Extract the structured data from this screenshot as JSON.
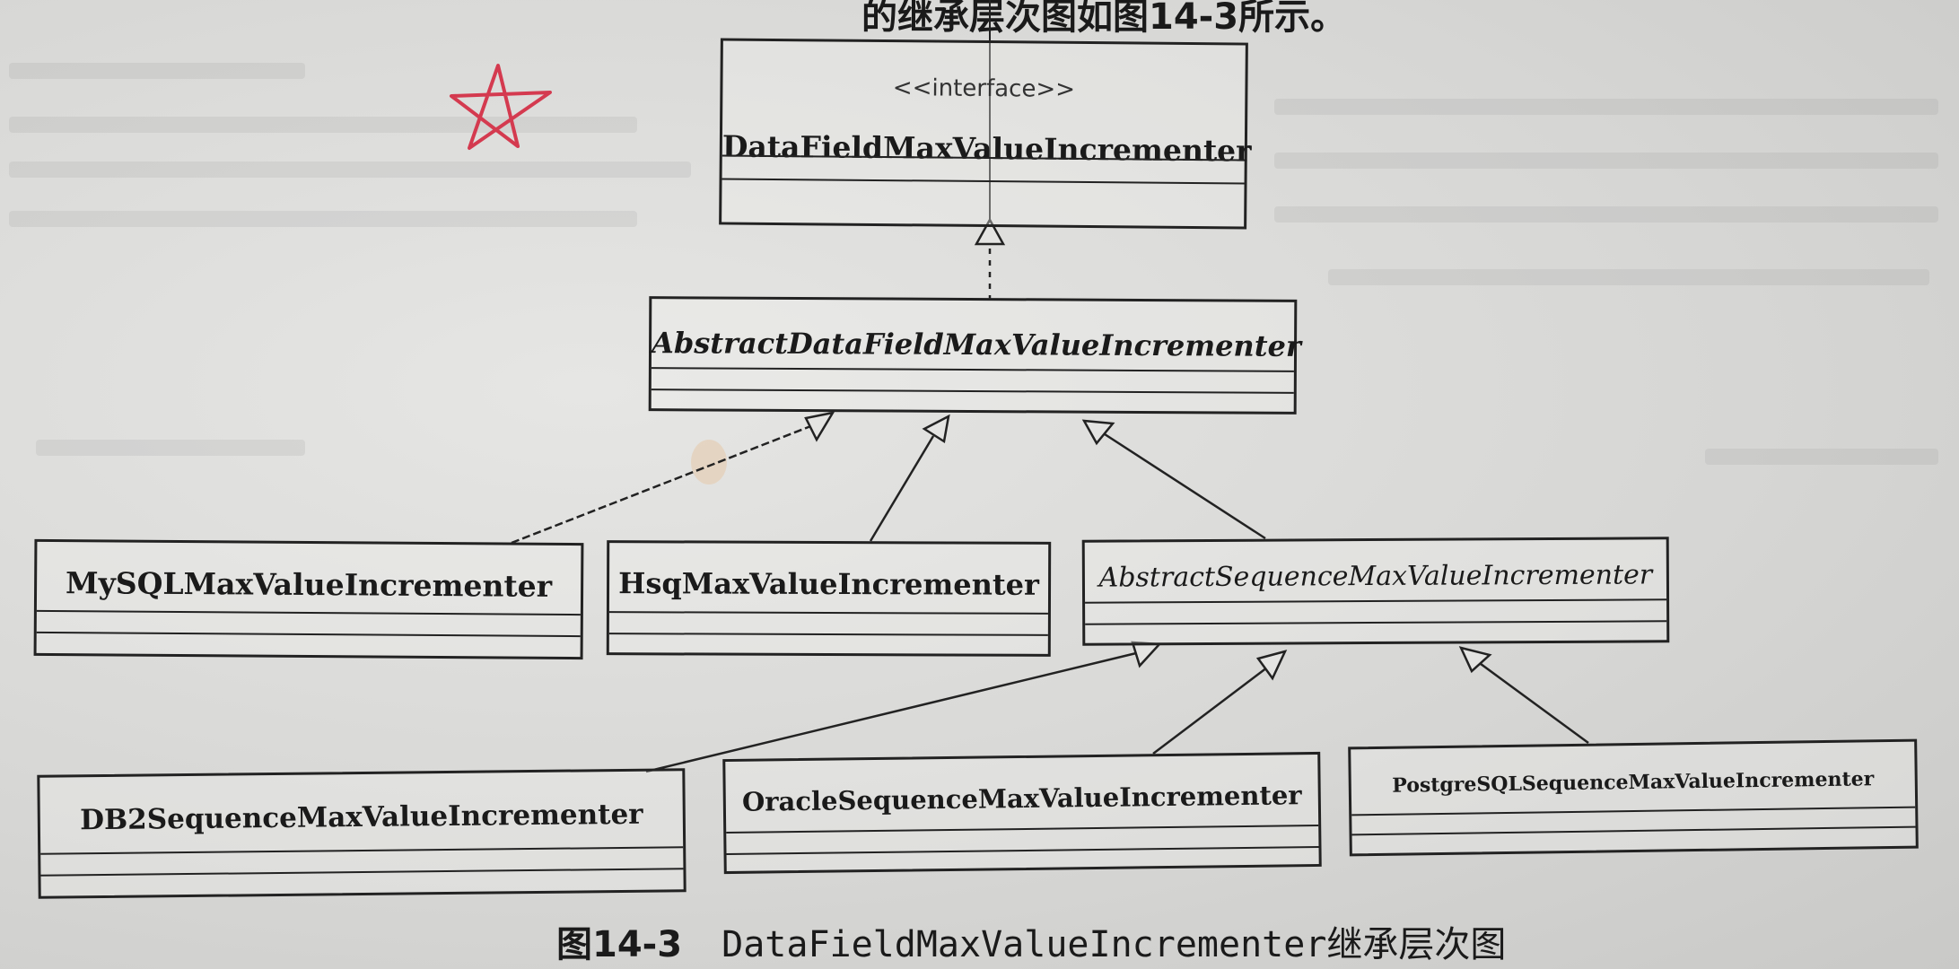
{
  "header": {
    "text": "的继承层次图如图14-3所示。"
  },
  "diagram": {
    "interface": {
      "stereotype": "<<interface>>",
      "name": "DataFieldMaxValueIncrementer"
    },
    "abstract_base": {
      "name": "AbstractDataFieldMaxValueIncrementer"
    },
    "mysql": {
      "name": "MySQLMaxValueIncrementer"
    },
    "hsq": {
      "name": "HsqMaxValueIncrementer"
    },
    "abstract_sequence": {
      "name": "AbstractSequenceMaxValueIncrementer"
    },
    "db2": {
      "name": "DB2SequenceMaxValueIncrementer"
    },
    "oracle": {
      "name": "OracleSequenceMaxValueIncrementer"
    },
    "postgres": {
      "name": "PostgreSQLSequenceMaxValueIncrementer"
    }
  },
  "caption": {
    "figure_number": "图14-3",
    "title": "DataFieldMaxValueIncrementer继承层次图"
  },
  "colors": {
    "line": "#222222",
    "star": "#d43a4f",
    "paper": "#dcdcdb"
  }
}
